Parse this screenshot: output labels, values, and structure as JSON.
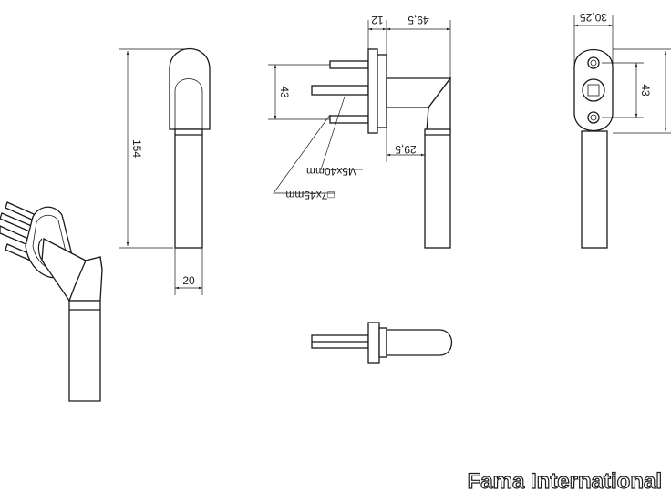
{
  "dimensions": {
    "front_height": "154",
    "front_width": "20",
    "side_width_total": "49,5",
    "side_rose_thickness": "12",
    "side_spindle_spacing": "43",
    "side_arm_offset": "29,5",
    "screw_label": "M5x40mm",
    "spindle_label": "□7x45mm",
    "rose_width": "30,25",
    "rose_spacing": "43"
  },
  "brand": {
    "name": "Fama International"
  }
}
